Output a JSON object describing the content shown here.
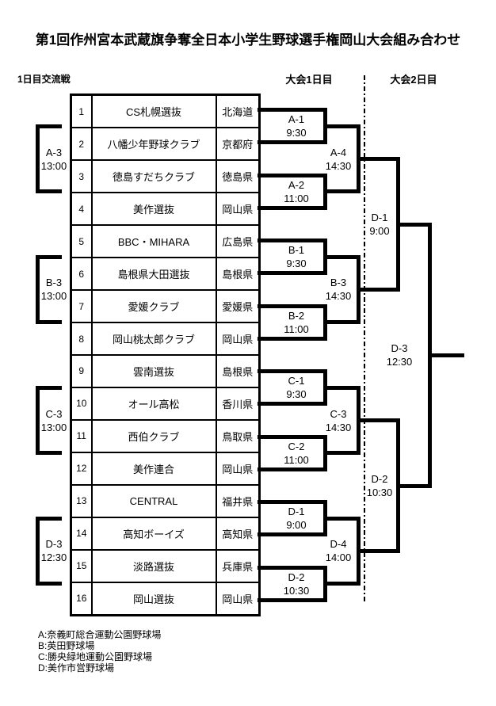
{
  "title": "第1回作州宮本武蔵旗争奪全日本小学生野球選手権岡山大会組み合わせ",
  "headers": {
    "exchange": "1日目交流戦",
    "day1": "大会1日目",
    "day2": "大会2日目"
  },
  "teams": [
    {
      "no": "1",
      "name": "CS札幌選抜",
      "pref": "北海道"
    },
    {
      "no": "2",
      "name": "八幡少年野球クラブ",
      "pref": "京都府"
    },
    {
      "no": "3",
      "name": "徳島すだちクラブ",
      "pref": "徳島県"
    },
    {
      "no": "4",
      "name": "美作選抜",
      "pref": "岡山県"
    },
    {
      "no": "5",
      "name": "BBC・MIHARA",
      "pref": "広島県"
    },
    {
      "no": "6",
      "name": "島根県大田選抜",
      "pref": "島根県"
    },
    {
      "no": "7",
      "name": "愛媛クラブ",
      "pref": "愛媛県"
    },
    {
      "no": "8",
      "name": "岡山桃太郎クラブ",
      "pref": "岡山県"
    },
    {
      "no": "9",
      "name": "雲南選抜",
      "pref": "島根県"
    },
    {
      "no": "10",
      "name": "オール高松",
      "pref": "香川県"
    },
    {
      "no": "11",
      "name": "西伯クラブ",
      "pref": "鳥取県"
    },
    {
      "no": "12",
      "name": "美作連合",
      "pref": "岡山県"
    },
    {
      "no": "13",
      "name": "CENTRAL",
      "pref": "福井県"
    },
    {
      "no": "14",
      "name": "高知ボーイズ",
      "pref": "高知県"
    },
    {
      "no": "15",
      "name": "淡路選抜",
      "pref": "兵庫県"
    },
    {
      "no": "16",
      "name": "岡山選抜",
      "pref": "岡山県"
    }
  ],
  "exchange_matches": [
    {
      "id": "A-3",
      "time": "13:00"
    },
    {
      "id": "B-3",
      "time": "13:00"
    },
    {
      "id": "C-3",
      "time": "13:00"
    },
    {
      "id": "D-3",
      "time": "12:30"
    }
  ],
  "round1": [
    {
      "id": "A-1",
      "time": "9:30"
    },
    {
      "id": "A-2",
      "time": "11:00"
    },
    {
      "id": "B-1",
      "time": "9:30"
    },
    {
      "id": "B-2",
      "time": "11:00"
    },
    {
      "id": "C-1",
      "time": "9:30"
    },
    {
      "id": "C-2",
      "time": "11:00"
    },
    {
      "id": "D-1",
      "time": "9:00"
    },
    {
      "id": "D-2",
      "time": "10:30"
    }
  ],
  "round2": [
    {
      "id": "A-4",
      "time": "14:30"
    },
    {
      "id": "B-3",
      "time": "14:30"
    },
    {
      "id": "C-3",
      "time": "14:30"
    },
    {
      "id": "D-4",
      "time": "14:00"
    }
  ],
  "semifinals": [
    {
      "id": "D-1",
      "time": "9:00"
    },
    {
      "id": "D-2",
      "time": "10:30"
    }
  ],
  "final": {
    "id": "D-3",
    "time": "12:30"
  },
  "venues": [
    "A:奈義町総合運動公園野球場",
    "B:英田野球場",
    "C:勝央緑地運動公園野球場",
    "D:美作市営野球場"
  ],
  "colors": {
    "line": "#000000",
    "background": "#ffffff",
    "text": "#000000"
  }
}
